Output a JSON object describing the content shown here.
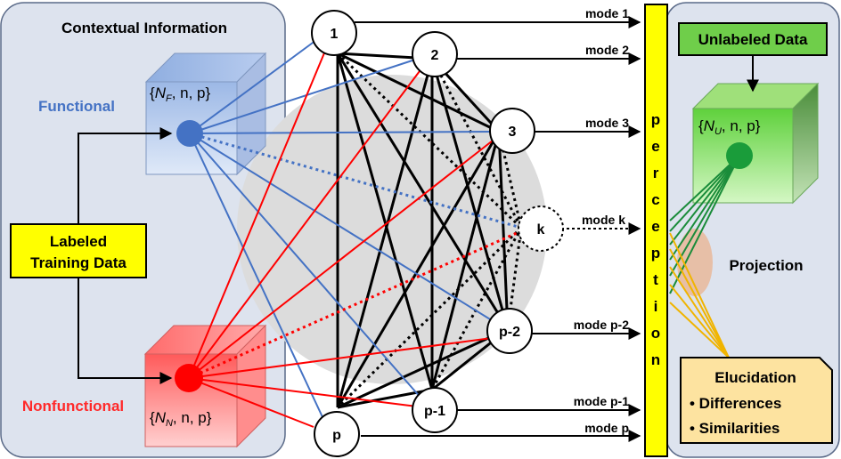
{
  "left_panel": {
    "title": "Contextual Information",
    "functional_label": "Functional",
    "nonfunctional_label": "Nonfunctional",
    "labeled_box": {
      "line1": "Labeled",
      "line2": "Training Data"
    },
    "functional_set": {
      "prefix": "{",
      "var": "N",
      "sub": "F",
      "suffix": ", n, p}"
    },
    "nonfunctional_set": {
      "prefix": "{",
      "var": "N",
      "sub": "N",
      "suffix": ", n, p}"
    }
  },
  "nodes": {
    "n1": "1",
    "n2": "2",
    "n3": "3",
    "nk": "k",
    "np2": "p-2",
    "np1": "p-1",
    "np": "p"
  },
  "modes": {
    "m1": "mode 1",
    "m2": "mode 2",
    "m3": "mode 3",
    "mk": "mode k",
    "mp2": "mode p-2",
    "mp1": "mode p-1",
    "mp": "mode p"
  },
  "perception": [
    "p",
    "e",
    "r",
    "c",
    "e",
    "p",
    "t",
    "i",
    "o",
    "n"
  ],
  "right_panel": {
    "unlabeled": "Unlabeled Data",
    "unlabeled_set": {
      "prefix": "{",
      "var": "N",
      "sub": "U",
      "suffix": ", n, p}"
    },
    "projection": "Projection",
    "elucidation": {
      "title": "Elucidation",
      "item1": "• Differences",
      "item2": "• Similarities"
    }
  },
  "colors": {
    "panel_fill": "#dde3ee",
    "functional_blue": "#4472c4",
    "nonfunctional_red": "#ff0000",
    "label_yellow": "#ffff00",
    "unlabeled_green": "#7fcf5a",
    "projection_green": "#1a8c3a",
    "projection_gold": "#f0b400",
    "note_fill": "#fde3a0"
  }
}
